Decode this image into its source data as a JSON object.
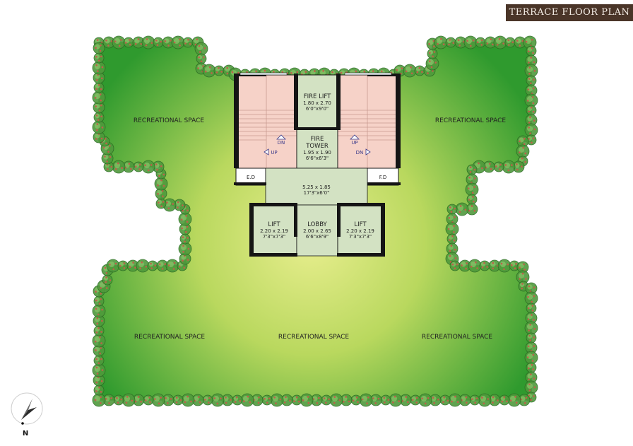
{
  "title": "TERRACE FLOOR PLAN",
  "areas": {
    "top_left": "RECREATIONAL SPACE",
    "top_right": "RECREATIONAL SPACE",
    "bottom_left": "RECREATIONAL SPACE",
    "bottom_center": "RECREATIONAL SPACE",
    "bottom_right": "RECREATIONAL SPACE"
  },
  "rooms": {
    "fire_lift": {
      "name": "FIRE LIFT",
      "metric": "1.80 x 2.70",
      "imperial": "6'0\"x9'0\""
    },
    "fire_tower": {
      "name1": "FIRE",
      "name2": "TOWER",
      "metric": "1.95 x 1.90",
      "imperial": "6'6\"x6'3\""
    },
    "ed": "E.D",
    "fd": "F.D",
    "passage": {
      "metric": "5.25 x 1.85",
      "imperial": "17'3\"x6'0\""
    },
    "lift_left": {
      "name": "LIFT",
      "metric": "2.20 x 2.19",
      "imperial": "7'3\"x7'3\""
    },
    "lobby": {
      "name": "LOBBY",
      "metric": "2.00 x 2.65",
      "imperial": "6'6\"x8'9\""
    },
    "lift_right": {
      "name": "LIFT",
      "metric": "2.20 x 2.19",
      "imperial": "7'3\"x7'3\""
    }
  },
  "stairs": {
    "left_dn": "DN",
    "left_up": "UP",
    "right_up": "UP",
    "right_dn": "DN"
  },
  "compass": "N",
  "colors": {
    "lawn_center": "#e6ec8a",
    "lawn_edge": "#2f9a2e",
    "stair_fill": "#f6d2c8",
    "room_fill": "#d3e2c3",
    "wall": "#151515",
    "tree": "#4f9a3c",
    "tree_flower": "#c0604a",
    "title_bg": "#4a3528"
  }
}
